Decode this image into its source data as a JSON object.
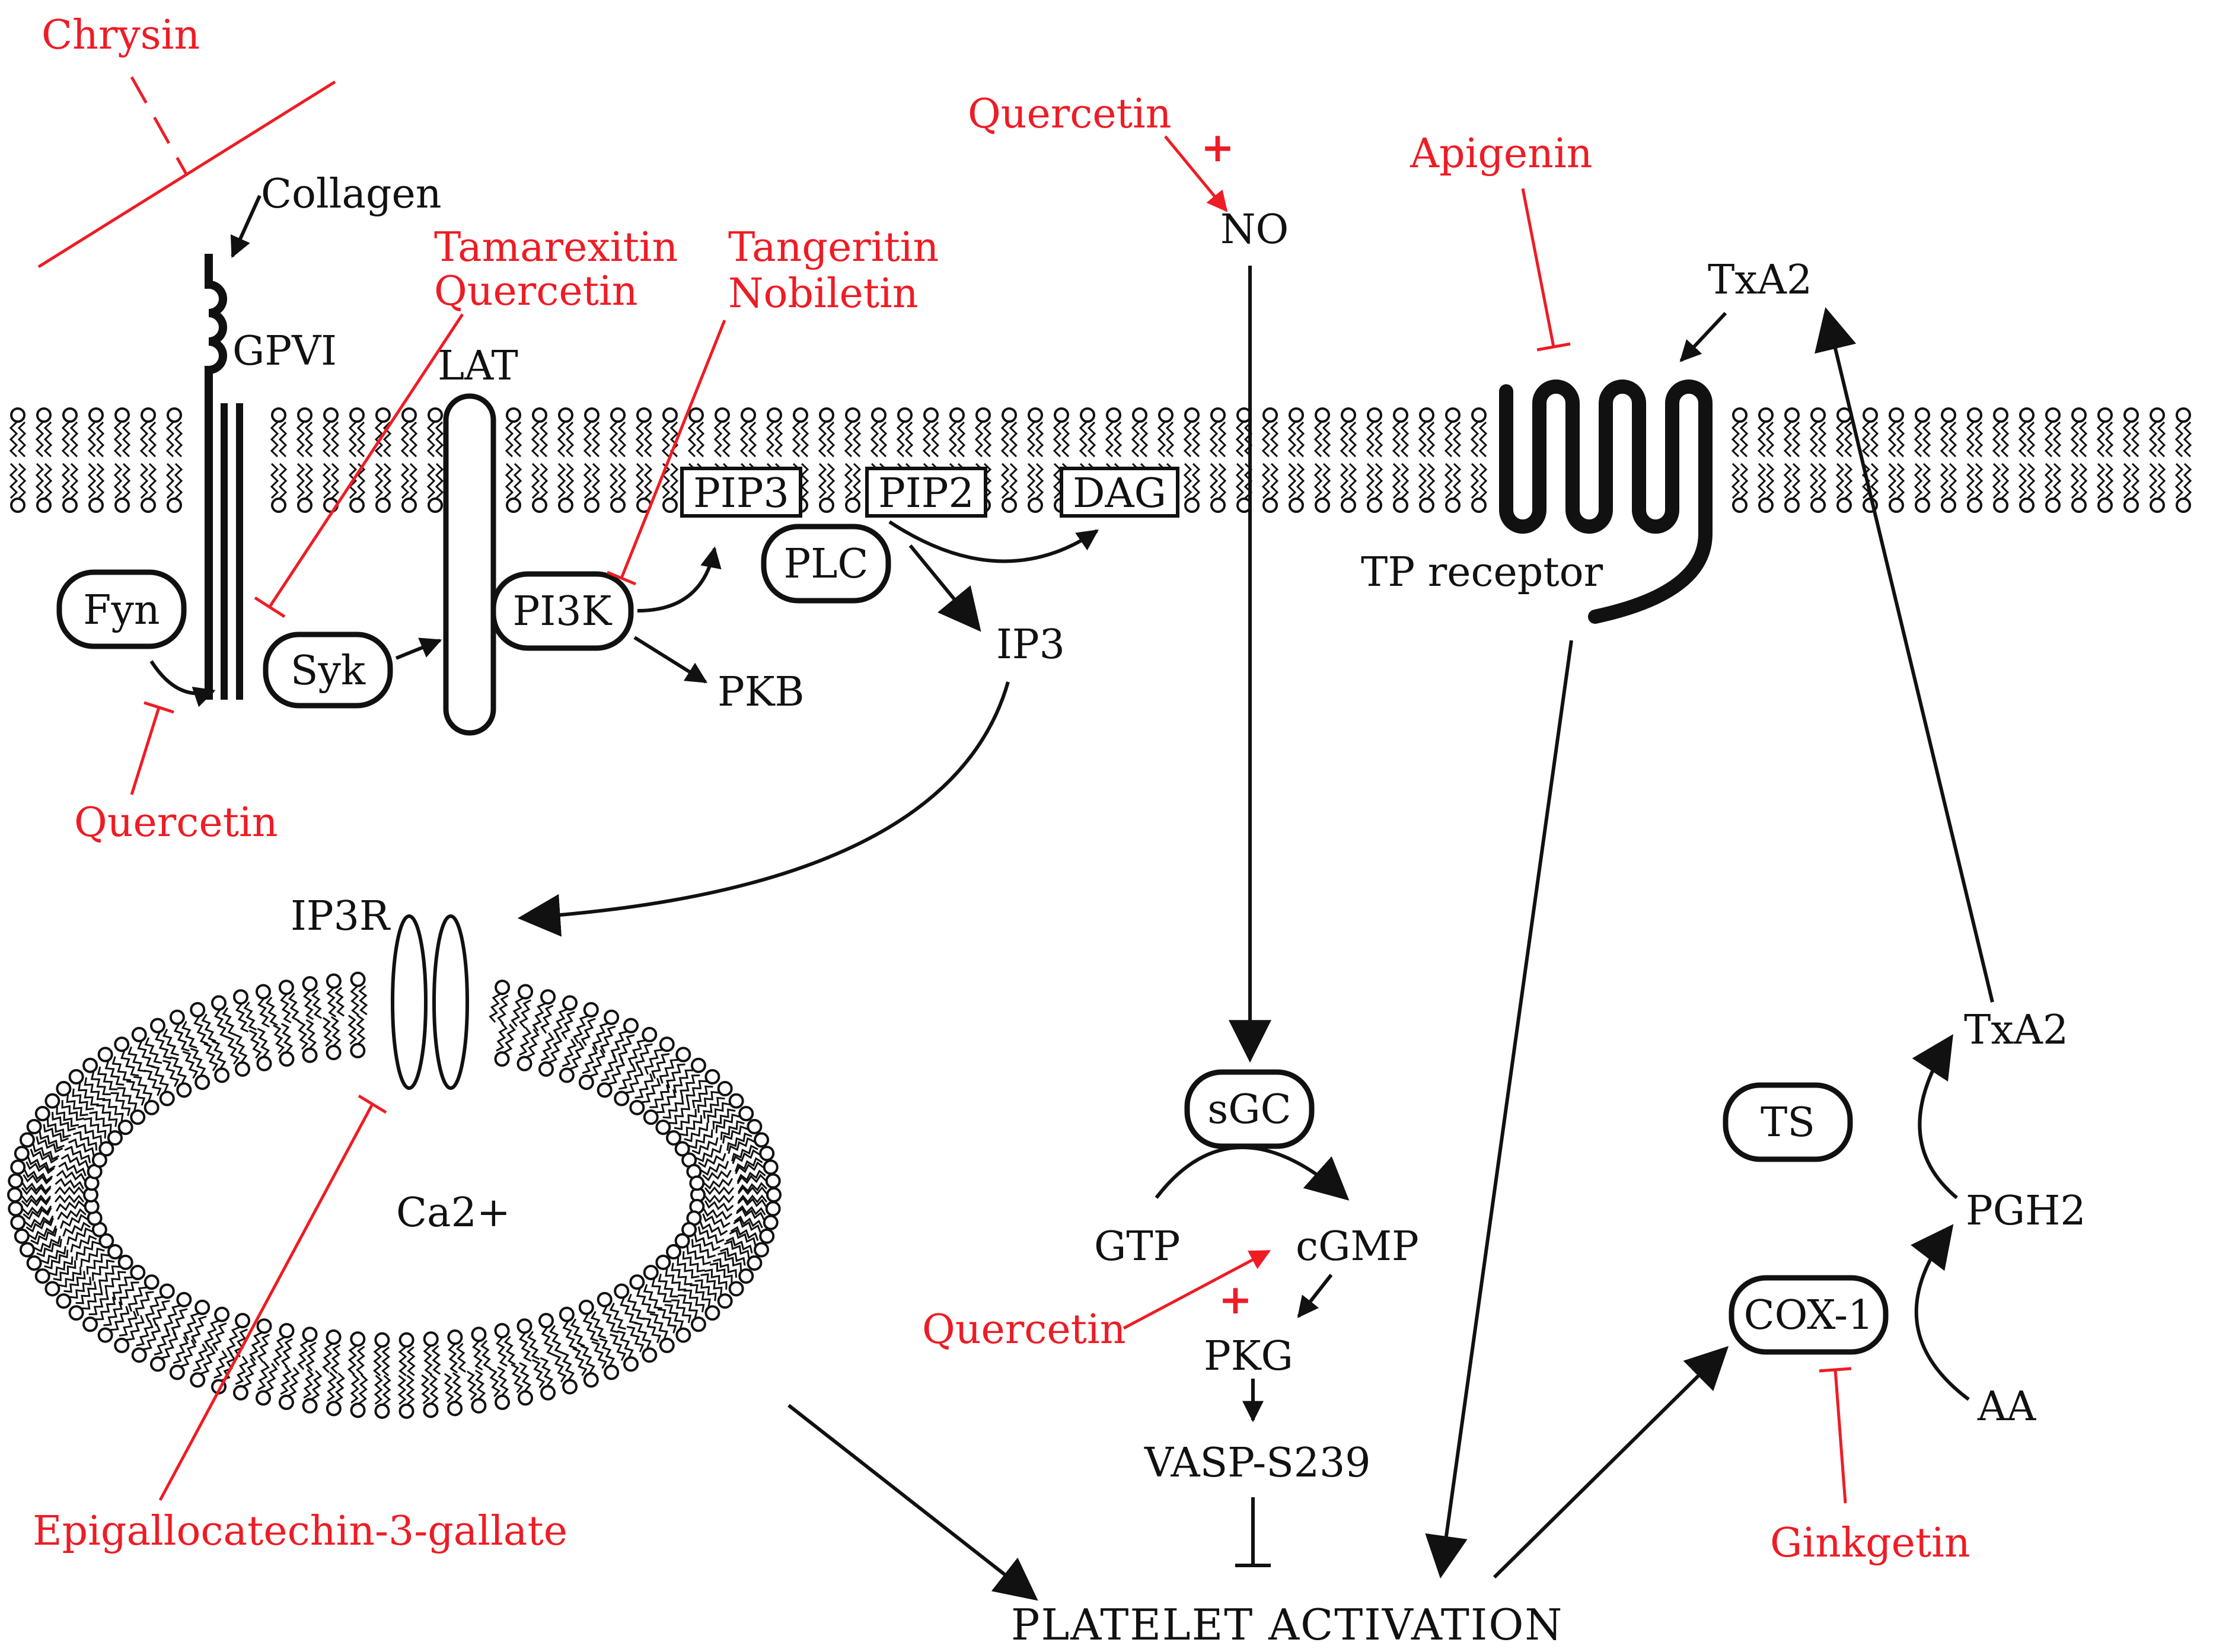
{
  "colors": {
    "inhibitor": "#ee1c25",
    "pathway": "#111111",
    "background": "#ffffff"
  },
  "nodes": {
    "collagen": "Collagen",
    "gpvi": "GPVI",
    "lat": "LAT",
    "fyn": "Fyn",
    "syk": "Syk",
    "pi3k": "PI3K",
    "pkb": "PKB",
    "pip3": "PIP3",
    "pip2": "PIP2",
    "dag": "DAG",
    "plc": "PLC",
    "ip3": "IP3",
    "ip3r": "IP3R",
    "ca": "Ca2+",
    "no": "NO",
    "sgc": "sGC",
    "gtp": "GTP",
    "cgmp": "cGMP",
    "pkg": "PKG",
    "vasp": "VASP-S239",
    "activation": "PLATELET ACTIVATION",
    "tp_receptor": "TP receptor",
    "txa2_top": "TxA2",
    "txa2": "TxA2",
    "ts": "TS",
    "pgh2": "PGH2",
    "cox1": "COX-1",
    "aa": "AA"
  },
  "inhibitors": {
    "chrysin": "Chrysin",
    "tamarexitin": "Tamarexitin",
    "quercetin_syk": "Quercetin",
    "tangeritin": "Tangeritin",
    "nobiletin": "Nobiletin",
    "quercetin_fyn": "Quercetin",
    "quercetin_no": "Quercetin",
    "quercetin_cgmp": "Quercetin",
    "apigenin": "Apigenin",
    "egcg": "Epigallocatechin-3-gallate",
    "ginkgetin": "Ginkgetin"
  },
  "marks": {
    "plus": "+"
  }
}
